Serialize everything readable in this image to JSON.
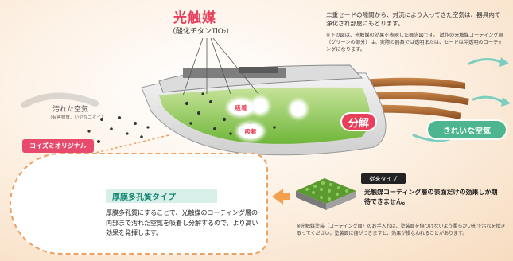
{
  "title": {
    "main": "光触媒",
    "sub": "（酸化チタンTiO₂）"
  },
  "description_top": "二重セードの隙間から、対流により入ってきた空気は、器具内で浄化され部屋にもどります。",
  "note_top": "※下の図は、光触媒の効果を表現した概念図です。 試作の光触媒コーティング層（グリーンの部分）は、実際の器具では透明または、セードは半透明のコーティングになります。",
  "dirty_air": {
    "label": "汚れた空気",
    "sub": "（有害物質、いやなニオイ）"
  },
  "labels": {
    "adsorb_1": "吸着",
    "adsorb_2": "吸着",
    "decompose": "分解",
    "clean_air": "きれいな空気"
  },
  "original": {
    "badge": "コイズミオリジナル",
    "title": "厚膜多孔質タイプ",
    "text": "厚膜多孔質にすることで、光触媒のコーティング層の内部まで汚れた空気を吸着し分解するので、より高い効果を発揮します。"
  },
  "conventional": {
    "tag": "従来タイプ",
    "text": "光触媒コーティング層の表面だけの効果しか期待できません。",
    "note": "※光触媒塗装（コーティング面）のお手入れは、塗装面を傷つけないよう柔らかい布で汚れを拭き取ってください。塗装面に傷がつきますと、効果が損なわれることがあります。"
  },
  "colors": {
    "accent_pink": "#e8405a",
    "green": "#4db58f",
    "orange": "#f4a04c",
    "coating_green": "#8cc63f"
  }
}
